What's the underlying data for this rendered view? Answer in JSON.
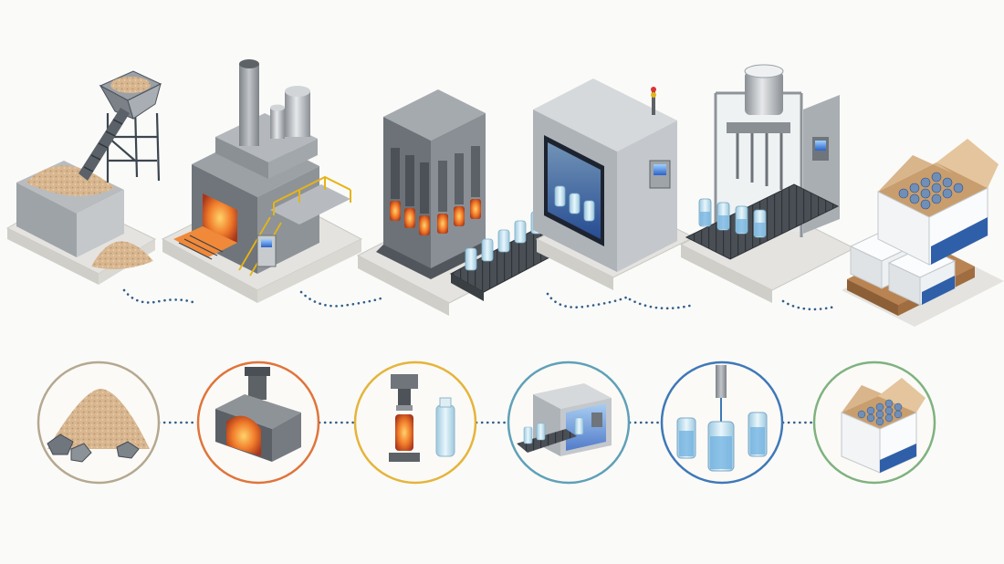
{
  "colors": {
    "background": "#fafaf8",
    "connector": "#2f5d8a",
    "steel": "#8e9398",
    "steel_dark": "#5d6266",
    "steel_light": "#c9ccd0",
    "platform": "#e4e3df",
    "sand": "#d6b48e",
    "molten": "#f07a2a",
    "glass": "#bfe2f2",
    "screen_blue": "#3c7fe0",
    "cardboard": "#d9b58c",
    "box_white": "#f2f4f6",
    "box_blue": "#2f5fa8",
    "pallet": "#b07a4a",
    "safety_yellow": "#e6b417"
  },
  "stages": [
    {
      "id": "raw-materials",
      "icon": "sand-pile-icon",
      "ring_color": "#b5a890"
    },
    {
      "id": "melting-furnace",
      "icon": "furnace-icon",
      "ring_color": "#e0743a"
    },
    {
      "id": "vial-forming",
      "icon": "vial-mold-icon",
      "ring_color": "#e5b43a"
    },
    {
      "id": "annealing-inspection",
      "icon": "inspection-tunnel-icon",
      "ring_color": "#5fa0b8"
    },
    {
      "id": "filling",
      "icon": "filling-nozzle-icon",
      "ring_color": "#3f78b8"
    },
    {
      "id": "packaging",
      "icon": "packed-box-icon",
      "ring_color": "#7fb27f"
    }
  ]
}
